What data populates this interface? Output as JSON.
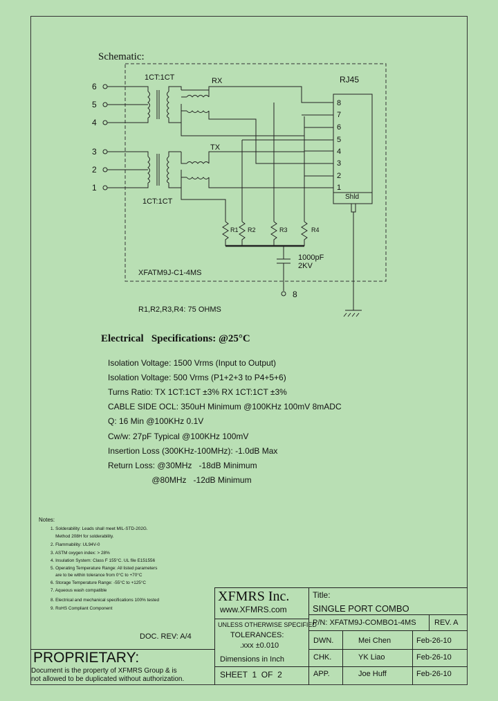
{
  "schematic": {
    "heading": "Schematic:",
    "left_pins": [
      "6",
      "5",
      "4",
      "3",
      "2",
      "1"
    ],
    "top_transformer_label": "1CT:1CT",
    "bottom_transformer_label": "1CT:1CT",
    "rx_label": "RX",
    "tx_label": "TX",
    "connector_label": "RJ45",
    "connector_pins": [
      "8",
      "7",
      "6",
      "5",
      "4",
      "3",
      "2",
      "1"
    ],
    "shield_label": "Shld",
    "resistor_labels": [
      "R1",
      "R2",
      "R3",
      "R4"
    ],
    "capacitor_value": "1000pF",
    "capacitor_voltage": "2KV",
    "module_label": "XFATM9J-C1-4MS",
    "pin8_label": "8",
    "resistor_note": "R1,R2,R3,R4: 75 OHMS"
  },
  "specs": {
    "heading": "Electrical   Specifications: @25°C",
    "lines": [
      "Isolation Voltage:  1500 Vrms (Input to Output)",
      "Isolation Voltage:  500 Vrms  (P1+2+3 to P4+5+6)",
      "Turns Ratio: TX 1CT:1CT ±3% RX 1CT:1CT ±3%",
      "CABLE SIDE OCL: 350uH Minimum @100KHz 100mV 8mADC",
      "Q: 16 Min @100KHz 0.1V",
      "Cw/w: 27pF Typical @100KHz 100mV",
      "Insertion Loss (300KHz-100MHz): -1.0dB Max",
      "Return Loss: @30MHz   -18dB Minimum",
      "                   @80MHz   -12dB Minimum"
    ]
  },
  "notes": {
    "heading": "Notes:",
    "items": [
      "1. Solderability: Leads shall meet MIL-STD-202G.",
      "    Method 208H for solderability.",
      "2. Flammability: UL94V-0",
      "3. ASTM oxygen index: > 28%",
      "4. Insulation System: Class F 155°C. UL file E151556",
      "5. Operating Temperature Range: All listed parameters",
      "    are to be within tolerance from 0°C to +70°C",
      "6. Storage Temperature Range: -55°C to +125°C",
      "7. Aqueous wash compatible",
      "8. Electrical and mechanical specifications 100% tested",
      "9. RoHS Compliant Component"
    ]
  },
  "title_block": {
    "company": "XFMRS Inc.",
    "website": "www.XFMRS.com",
    "title_label": "Title:",
    "title_value": "SINGLE PORT COMBO",
    "pn": "P/N: XFATM9J-COMBO1-4MS",
    "rev": "REV. A",
    "doc_rev": "DOC. REV: A/4",
    "unless": "UNLESS OTHERWISE SPECIFIED",
    "tolerances": "TOLERANCES:",
    "tol_value": ".xxx ±0.010",
    "dimensions": "Dimensions in Inch",
    "sheet": "SHEET  1  OF  2",
    "rows": [
      {
        "role": "DWN.",
        "name": "Mei Chen",
        "date": "Feb-26-10"
      },
      {
        "role": "CHK.",
        "name": "YK Liao",
        "date": "Feb-26-10"
      },
      {
        "role": "APP.",
        "name": "Joe Huff",
        "date": "Feb-26-10"
      }
    ]
  },
  "proprietary": {
    "heading": "PROPRIETARY:",
    "line1": "Document is the property of XFMRS Group & is",
    "line2": "not allowed to be duplicated without authorization."
  }
}
